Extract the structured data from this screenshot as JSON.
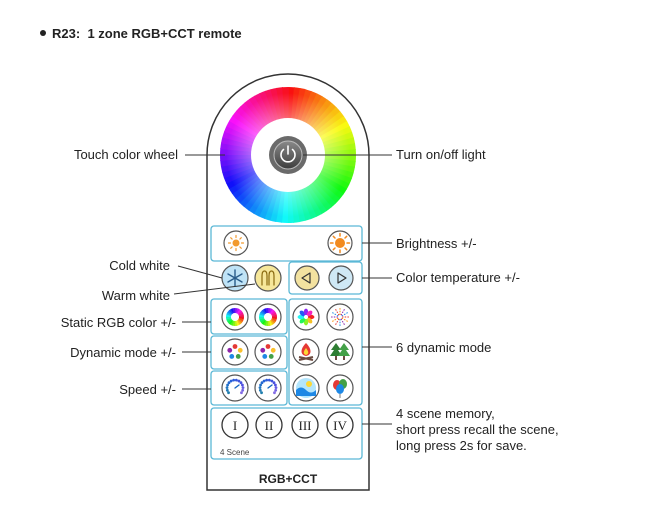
{
  "title": {
    "model": "R23",
    "separator": ":",
    "name": "1 zone RGB+CCT remote"
  },
  "remote": {
    "brand_label": "RGB+CCT",
    "scene_caption": "4 Scene",
    "scene_buttons": [
      "I",
      "II",
      "III",
      "IV"
    ]
  },
  "labels": {
    "left": {
      "touch_color_wheel": "Touch color wheel",
      "cold_white": "Cold white",
      "warm_white": "Warm white",
      "static_rgb": "Static RGB color +/-",
      "dynamic_mode": "Dynamic mode +/-",
      "speed": "Speed +/-"
    },
    "right": {
      "power": "Turn on/off light",
      "brightness": "Brightness +/-",
      "color_temperature": "Color temperature +/-",
      "dynamic_6": "6 dynamic mode",
      "scene_memory": [
        "4 scene memory,",
        "short press recall the scene,",
        "long press 2s for save."
      ]
    }
  },
  "icons": {
    "brightness_down": "sun-dim-icon",
    "brightness_up": "sun-bright-icon",
    "cold_white": "snowflake-icon",
    "warm_white": "warm-white-icon",
    "ct_left": "triangle-left-icon",
    "ct_right": "triangle-right-icon",
    "power": "power-icon"
  },
  "colors": {
    "accent_line": "#5bb8d6",
    "cold_white_button": "#bfe3f6",
    "warm_white_button": "#f6e79a",
    "ct_button": "#f3e2a0"
  }
}
